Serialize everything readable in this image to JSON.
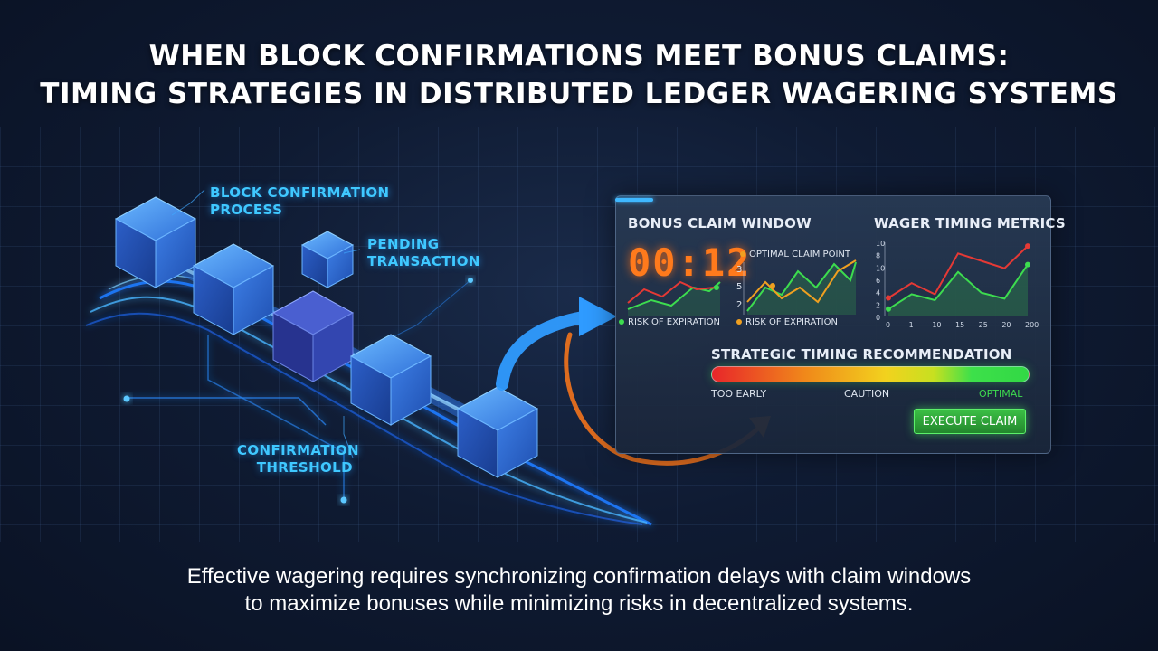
{
  "title": {
    "line1": "WHEN BLOCK CONFIRMATIONS MEET BONUS CLAIMS:",
    "line2": "TIMING STRATEGIES IN DISTRIBUTED LEDGER WAGERING SYSTEMS"
  },
  "labels": {
    "block_confirmation": [
      "BLOCK CONFIRMATION",
      "PROCESS"
    ],
    "pending_transaction": [
      "PENDING",
      "TRANSACTION"
    ],
    "confirmation_threshold": [
      "CONFIRMATION",
      "THRESHOLD"
    ]
  },
  "panel": {
    "bonus_window_title": "BONUS CLAIM WINDOW",
    "timer": "00:12",
    "optimal_claim_point": "OPTIMAL CLAIM POINT",
    "risk_left": "RISK OF EXPIRATION",
    "risk_mid": "RISK OF EXPIRATION",
    "mid_chart_ticks": [
      "3",
      "5",
      "2"
    ],
    "wager_metrics_title": "WAGER TIMING METRICS",
    "strategic_title": "STRATEGIC TIMING RECOMMENDATION",
    "bar_labels": {
      "too_early": "TOO EARLY",
      "caution": "CAUTION",
      "optimal": "OPTIMAL"
    },
    "execute_button": "EXECUTE CLAIM"
  },
  "chart_data": {
    "type": "line",
    "title": "WAGER TIMING METRICS",
    "x": [
      "0",
      "1",
      "10",
      "15",
      "25",
      "20",
      "200"
    ],
    "y_ticks": [
      "10",
      "8",
      "10",
      "6",
      "4",
      "2",
      "0"
    ],
    "series": [
      {
        "values": [
          2.5,
          4.5,
          3.0,
          8.5,
          7.5,
          6.5,
          9.5
        ],
        "color": "#e53935"
      },
      {
        "values": [
          1.0,
          3.0,
          2.2,
          6.0,
          3.2,
          2.4,
          7.0
        ],
        "color": "#3ddc4f"
      }
    ]
  },
  "subtitle": {
    "line1": "Effective wagering requires synchronizing confirmation delays with claim windows",
    "line2": "to maximize bonuses while minimizing risks in decentralized systems."
  },
  "colors": {
    "accent_cyan": "#3fc8ff",
    "timer_orange": "#ff7a1c",
    "optimal_green": "#3ddc4f",
    "risk_red": "#e53935",
    "arrow_blue": "#2f9bff",
    "arrow_orange": "#e8701e"
  }
}
